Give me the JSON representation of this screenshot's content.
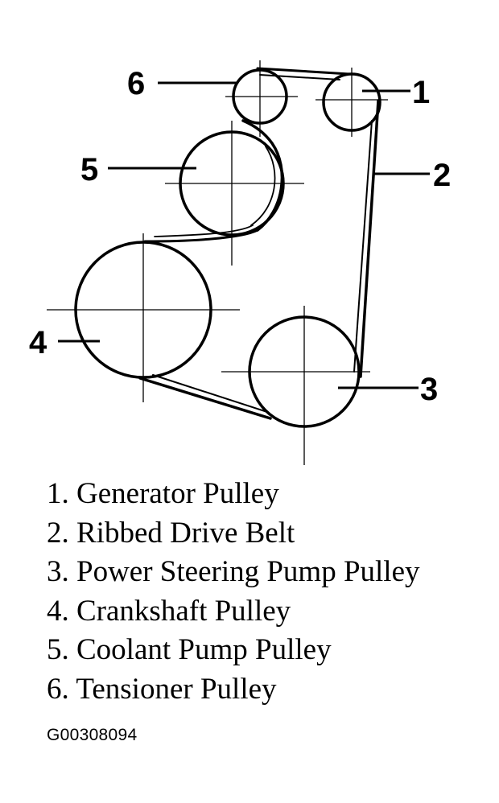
{
  "callouts": {
    "c1": "1",
    "c2": "2",
    "c3": "3",
    "c4": "4",
    "c5": "5",
    "c6": "6"
  },
  "legend": [
    {
      "number": "1.",
      "label": "Generator Pulley"
    },
    {
      "number": "2.",
      "label": "Ribbed Drive Belt"
    },
    {
      "number": "3.",
      "label": "Power Steering Pump Pulley"
    },
    {
      "number": "4.",
      "label": "Crankshaft Pulley"
    },
    {
      "number": "5.",
      "label": "Coolant Pump Pulley"
    },
    {
      "number": "6.",
      "label": "Tensioner Pulley"
    }
  ],
  "figure_code": "G00308094"
}
